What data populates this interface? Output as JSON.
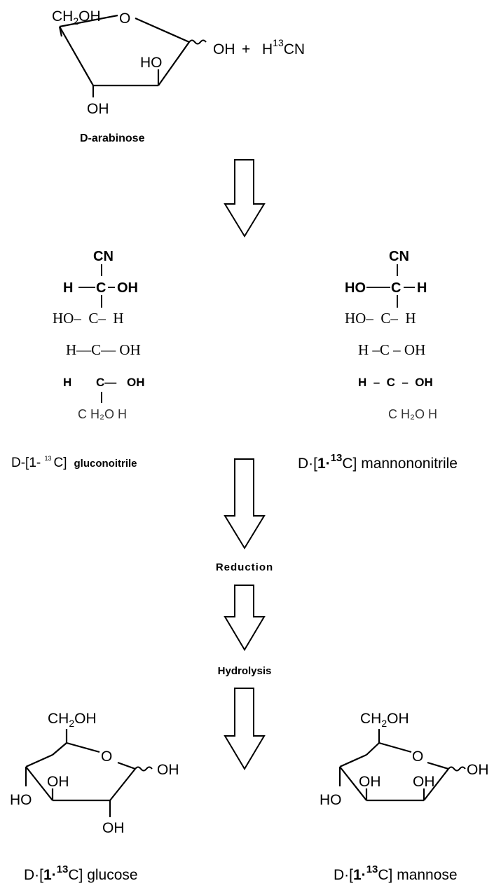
{
  "arabinose": {
    "ring_top": "CH",
    "sub_2": "2",
    "ring_top_oh": "OH",
    "ring_o": "O",
    "anomeric_oh": "OH",
    "plus": "+",
    "reagent_h": "H",
    "sup_13": "13",
    "reagent_cn": "CN",
    "ho_c2": "HO",
    "oh_c3": "OH",
    "name": "D-arabinose"
  },
  "gluconitrile": {
    "cn": "CN",
    "r1_left": "H",
    "r1_center": "C",
    "r1_right": "OH",
    "r2": "HO–  C–  H",
    "r3": "H—C— OH",
    "r4_left": "H",
    "r4_center": "C—",
    "r4_right": "OH",
    "r5": "C H₂O H",
    "label_prefix": "D-[1- ",
    "label_sup": "13",
    "label_c": "C]",
    "label_name": "gluconoitrile"
  },
  "mannonitrile": {
    "cn": "CN",
    "r1_left": "HO",
    "r1_center": "C",
    "r1_right": "H",
    "r2": "HO–  C–  H",
    "r3": "H –C – OH",
    "r4": "H  –  C  –  OH",
    "r5": "C H₂O H",
    "label_prefix": "D·[",
    "label_one": "1·",
    "label_sup": "13",
    "label_rest": "C] mannononitrile"
  },
  "steps": {
    "reduction": "Reduction",
    "hydrolysis": "Hydrolysis"
  },
  "glucose": {
    "ch": "CH",
    "sub_2": "2",
    "ch_oh": "OH",
    "ring_o": "O",
    "anomeric_oh": "OH",
    "oh_c4": "OH",
    "ho_c3": "HO",
    "oh_c2": "OH",
    "label_prefix": "D·[",
    "label_one": "1·",
    "label_sup": "13",
    "label_rest": "C] glucose"
  },
  "mannose": {
    "ch": "CH",
    "sub_2": "2",
    "ch_oh": "OH",
    "ring_o": "O",
    "anomeric_oh": "OH",
    "oh_c4": "OH",
    "oh_c2": "OH",
    "ho_c3": "HO",
    "label_prefix": "D·[",
    "label_one": "1·",
    "label_sup": "13",
    "label_rest": "C] mannose"
  }
}
